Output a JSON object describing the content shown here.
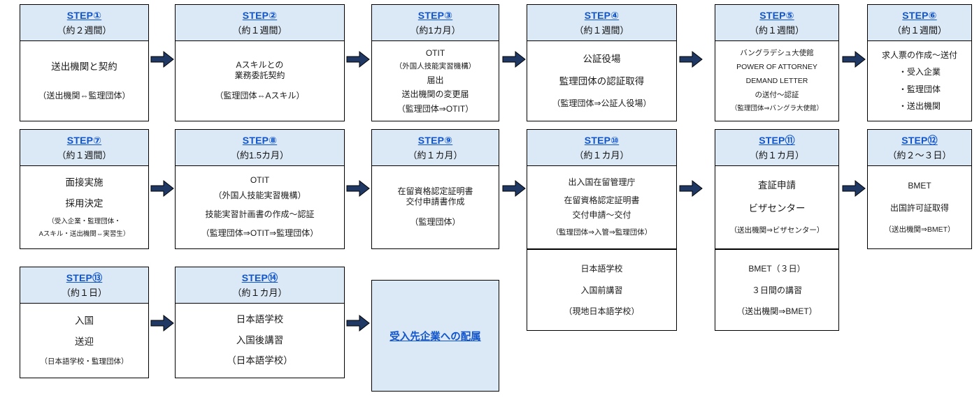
{
  "meta": {
    "accent_header_bg": "#dbe8f5",
    "link_color": "#1155cc",
    "arrow_color": "#1f3864",
    "border_color": "#000000"
  },
  "steps": [
    {
      "id": "step1",
      "label": "STEP①",
      "duration": "（約２週間）",
      "lines": [
        "送出機関と契約",
        "（送出機関⇔監理団体）"
      ]
    },
    {
      "id": "step2",
      "label": "STEP②",
      "duration": "（約１週間）",
      "lines": [
        "Aスキルとの",
        "業務委託契約",
        "（監理団体⇔Aスキル）"
      ]
    },
    {
      "id": "step3",
      "label": "STEP③",
      "duration": "（約1カ月）",
      "lines": [
        "OTIT",
        "（外国人技能実習機構）",
        "届出",
        "送出機関の変更届",
        "（監理団体⇒OTIT）"
      ]
    },
    {
      "id": "step4",
      "label": "STEP④",
      "duration": "（約１週間）",
      "lines": [
        "公証役場",
        "監理団体の認証取得",
        "（監理団体⇒公証人役場）"
      ]
    },
    {
      "id": "step5",
      "label": "STEP⑤",
      "duration": "（約１週間）",
      "lines": [
        "バングラデシュ大使館",
        "POWER OF ATTORNEY",
        "DEMAND LETTER",
        "の送付～認証",
        "（監理団体⇒バングラ大使館）"
      ]
    },
    {
      "id": "step6",
      "label": "STEP⑥",
      "duration": "（約１週間）",
      "lines": [
        "求人票の作成～送付",
        "・受入企業",
        "・監理団体",
        "・送出機関"
      ]
    },
    {
      "id": "step7",
      "label": "STEP⑦",
      "duration": "（約１週間）",
      "lines": [
        "面接実施",
        "採用決定",
        "（受入企業・監理団体・",
        "Aスキル・送出機関⇔実習生）"
      ]
    },
    {
      "id": "step8",
      "label": "STEP⑧",
      "duration": "（約1.5カ月）",
      "lines": [
        "OTIT",
        "（外国人技能実習機構）",
        "技能実習計画書の作成～認証",
        "（監理団体⇒OTIT⇒監理団体）"
      ]
    },
    {
      "id": "step9",
      "label": "STEP⑨",
      "duration": "（約１カ月）",
      "lines": [
        "在留資格認定証明書",
        "交付申請書作成",
        "（監理団体）"
      ]
    },
    {
      "id": "step10",
      "label": "STEP⑩",
      "duration": "（約１カ月）",
      "lines": [
        "出入国在留管理庁",
        "在留資格認定証明書",
        "交付申請～交付",
        "（監理団体⇒入管⇒監理団体）"
      ],
      "sub_lines": [
        "日本語学校",
        "入国前講習",
        "（現地日本語学校）"
      ]
    },
    {
      "id": "step11",
      "label": "STEP⑪",
      "duration": "（約１カ月）",
      "lines": [
        "査証申請",
        "ビザセンター",
        "（送出機関⇒ビザセンター）"
      ],
      "sub_lines": [
        "BMET（３日）",
        "３日間の講習",
        "（送出機関⇒BMET）"
      ]
    },
    {
      "id": "step12",
      "label": "STEP⑫",
      "duration": "（約２～３日）",
      "lines": [
        "BMET",
        "出国許可証取得",
        "（送出機関⇒BMET）"
      ]
    },
    {
      "id": "step13",
      "label": "STEP⑬",
      "duration": "（約１日）",
      "lines": [
        "入国",
        "送迎",
        "（日本語学校・監理団体）"
      ]
    },
    {
      "id": "step14",
      "label": "STEP⑭",
      "duration": "（約１カ月）",
      "lines": [
        "日本語学校",
        "入国後講習",
        "（日本語学校）"
      ]
    }
  ],
  "terminal": {
    "id": "assignment",
    "label": "受入先企業への配属"
  },
  "arrows": [
    {
      "name": "arrow-step1-step2"
    },
    {
      "name": "arrow-step2-step3"
    },
    {
      "name": "arrow-step3-step4"
    },
    {
      "name": "arrow-step4-step5"
    },
    {
      "name": "arrow-step5-step6"
    },
    {
      "name": "arrow-step7-step8"
    },
    {
      "name": "arrow-step8-step9"
    },
    {
      "name": "arrow-step9-step10"
    },
    {
      "name": "arrow-step10-step11"
    },
    {
      "name": "arrow-step11-step12"
    },
    {
      "name": "arrow-step13-step14"
    },
    {
      "name": "arrow-step14-assignment"
    }
  ]
}
